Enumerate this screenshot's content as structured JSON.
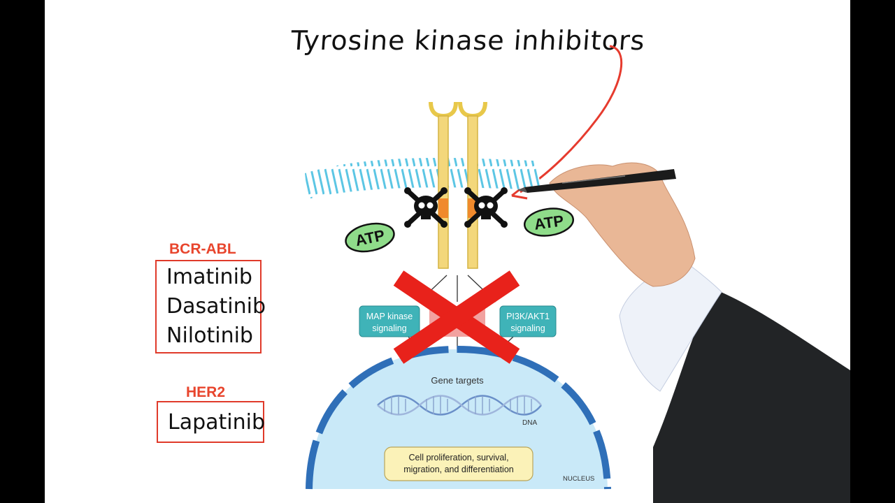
{
  "title": "Tyrosine kinase inhibitors",
  "groups": [
    {
      "heading": "BCR-ABL",
      "drugs": [
        "Imatinib",
        "Dasatinib",
        "Nilotinib"
      ]
    },
    {
      "heading": "HER2",
      "drugs": [
        "Lapatinib"
      ]
    }
  ],
  "diagram": {
    "atp_left": "ATP",
    "atp_right": "ATP",
    "map_kinase": [
      "MAP kinase",
      "signaling"
    ],
    "pi3k": [
      "PI3K/AKT1",
      "signaling"
    ],
    "gene_targets": "Gene targets",
    "dna": "DNA",
    "outcome": [
      "Cell proliferation, survival,",
      "migration, and differentiation"
    ],
    "nucleus": "NUCLEUS"
  },
  "colors": {
    "accent_red": "#e03a2a",
    "membrane": "#5cc6e4",
    "receptor": "#f3d77b",
    "atp_green": "#8fdc8a",
    "nucleus_fill": "#c9e9f8",
    "nucleus_rim": "#2f6fb8",
    "signal_teal": "#3fb3b8"
  }
}
